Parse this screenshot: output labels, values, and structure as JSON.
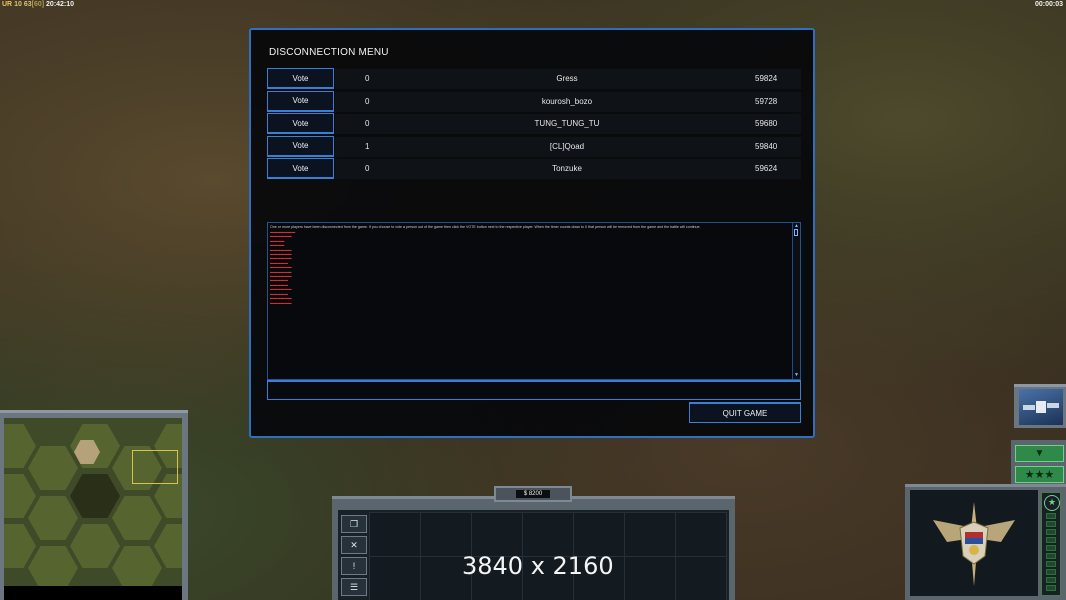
{
  "hud": {
    "ur": "UR",
    "level": "10",
    "units": "63",
    "cap": "[60]",
    "clock": "20:42:10",
    "timer": "00:00:03"
  },
  "menu": {
    "title": "DISCONNECTION MENU",
    "vote_label": "Vote",
    "players": [
      {
        "count": "0",
        "name": "Gress",
        "value": "59824"
      },
      {
        "count": "0",
        "name": "kourosh_bozo",
        "value": "59728"
      },
      {
        "count": "0",
        "name": "TUNG_TUNG_TU",
        "value": "59680"
      },
      {
        "count": "1",
        "name": "[CL]Qoad",
        "value": "59840"
      },
      {
        "count": "0",
        "name": "Tonzuke",
        "value": "59624"
      }
    ],
    "message": "One or more players have been disconnected from the game. If you choose to vote a person out of the game then click the VOTE button next to the respective player. When the timer counts down to 0 that person will be removed from the game and the battle will continue.",
    "quit_label": "QUIT GAME"
  },
  "command_bar": {
    "money": "$ 8200",
    "resolution_label": "3840 x 2160"
  },
  "icons": {
    "scroll_up": "scroll-up-icon",
    "scroll_down": "scroll-down-icon",
    "satellite": "satellite-icon",
    "arrow_down": "arrow-down-icon",
    "stars": "rank-stars-icon",
    "general_emblem": "general-emblem-icon",
    "power_star": "star-icon"
  },
  "colors": {
    "accent": "#3a7fd6",
    "log_text_red": "#d43030",
    "green_button": "#2f8a4a"
  }
}
